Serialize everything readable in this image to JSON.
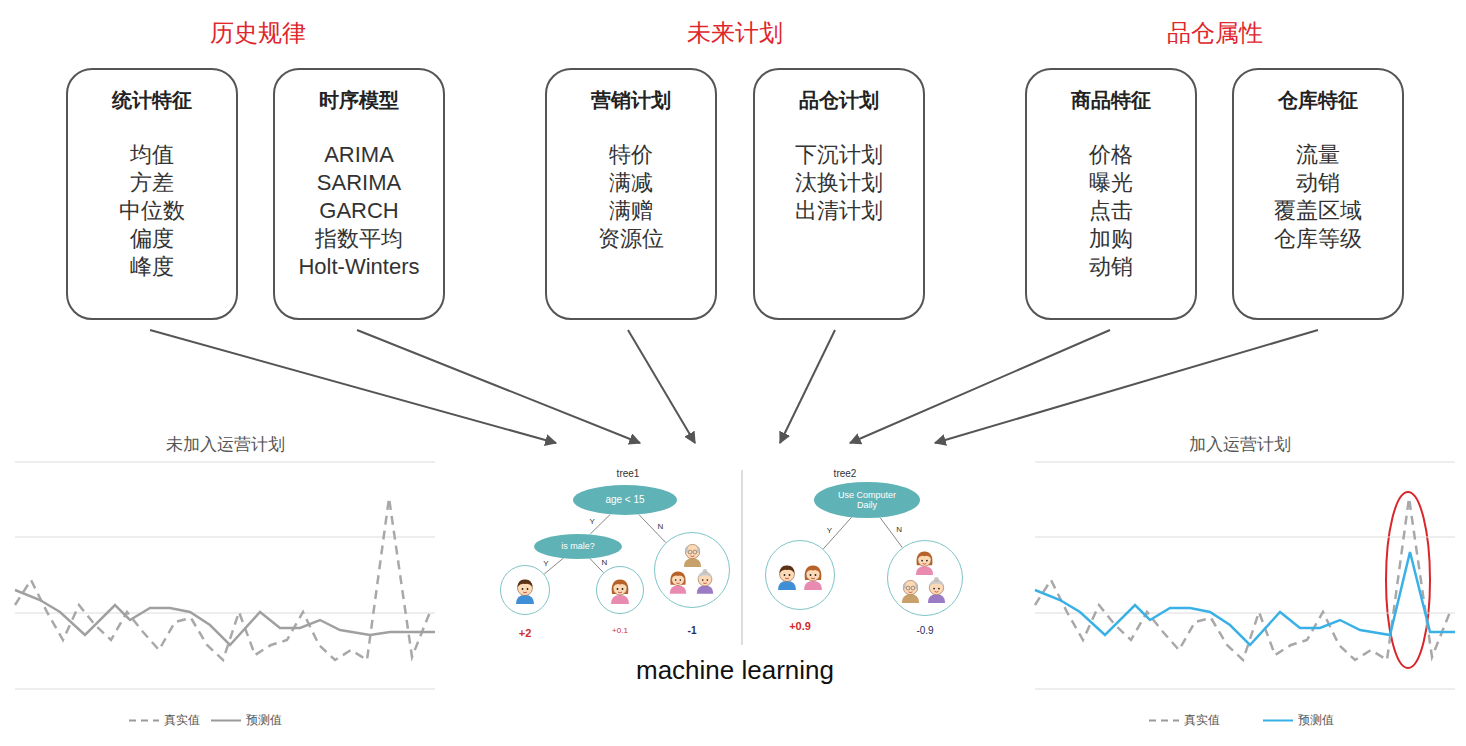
{
  "diagram": {
    "nodes": [
      {
        "text": [
          "统计特征",
          "均值 方差 中位数 偏度 峰度"
        ]
      },
      {
        "text": [
          "时序模型",
          "ARIMA SARIMA GARCH 指数平均 Holt-Winters"
        ]
      },
      {
        "text": [
          "营销计划",
          "特价 满减 满赠 资源位"
        ]
      },
      {
        "text": [
          "品仓计划",
          "下沉计划 汰换计划 出清计划"
        ]
      },
      {
        "text": [
          "商品特征",
          "价格 曝光 点击 加购 动销"
        ]
      },
      {
        "text": [
          "仓库特征",
          "流量 动销 覆盖区域 仓库等级"
        ]
      },
      {
        "text": [
          "age < 15"
        ]
      },
      {
        "text": [
          "is male?"
        ]
      },
      {
        "text": [
          "+2"
        ]
      },
      {
        "text": [
          "+0.1"
        ]
      },
      {
        "text": [
          "-1"
        ]
      },
      {
        "text": [
          "Use Computer Daily"
        ]
      },
      {
        "text": [
          "+0.9"
        ]
      },
      {
        "text": [
          "-0.9"
        ]
      }
    ],
    "edges": [
      {
        "from": 6,
        "to": 7,
        "label": "Y",
        "arrow": "none"
      },
      {
        "from": 6,
        "to": 10,
        "label": "N",
        "arrow": "none"
      },
      {
        "from": 7,
        "to": 8,
        "label": "Y",
        "arrow": "none"
      },
      {
        "from": 7,
        "to": 9,
        "label": "N",
        "arrow": "none"
      },
      {
        "from": 11,
        "to": 12,
        "label": "Y",
        "arrow": "none"
      },
      {
        "from": 11,
        "to": 13,
        "label": "N",
        "arrow": "none"
      }
    ],
    "labels": [
      "历史规律",
      "未来计划",
      "品仓属性",
      "未加入运营计划",
      "tree1",
      "tree2",
      "machine learning",
      "加入运营计划"
    ],
    "legend": [
      {
        "text": "真实值"
      },
      {
        "text": "预测值"
      },
      {
        "text": "真实值"
      },
      {
        "text": "预测值"
      }
    ]
  }
}
